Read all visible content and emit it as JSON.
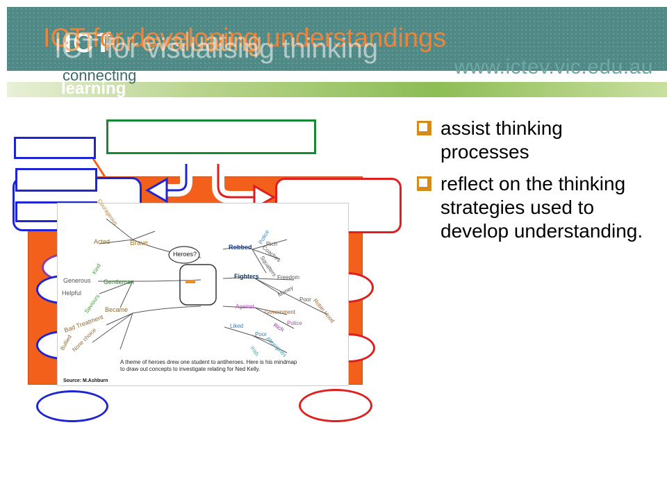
{
  "header": {
    "titles": [
      "ICT for developing understandings",
      "ICT for evaluating",
      "ICT for visualising thinking"
    ],
    "logo": {
      "mark": "ICT",
      "line1": "connecting",
      "line2": "learning"
    },
    "url": "www.ictev.vic.edu.au"
  },
  "bullets": [
    "assist thinking processes",
    "reflect on the thinking strategies used to develop understanding."
  ],
  "mindmap": {
    "center": "Heroes?",
    "words": [
      "Courageous",
      "Acted",
      "Brave",
      "Kind",
      "Generous",
      "Gentleman",
      "Helpful",
      "Saviours",
      "Became",
      "Bad Treatment",
      "Bullied",
      "None choice",
      "Robbed",
      "Police",
      "Rich",
      "Coaches",
      "Squatters",
      "Fighters",
      "Freedom",
      "Money",
      "Poor",
      "Robin Hood",
      "Against",
      "Government",
      "Police",
      "Rich",
      "Liked",
      "Poor",
      "Aborigines",
      "Irish"
    ],
    "caption": "A theme of heroes drew one student to antiheroes. Here is his mindmap to draw out concepts to investigate relating for Ned Kelly.",
    "source": "Source: M.Ashburn"
  },
  "colors": {
    "banner": "#4f8a87",
    "orange_panel": "#f3601b",
    "green": "#138a2f",
    "blue": "#1d24d0",
    "red": "#dd1f1f",
    "purple": "#8a3aa0",
    "bullet": "#d58a1a"
  }
}
